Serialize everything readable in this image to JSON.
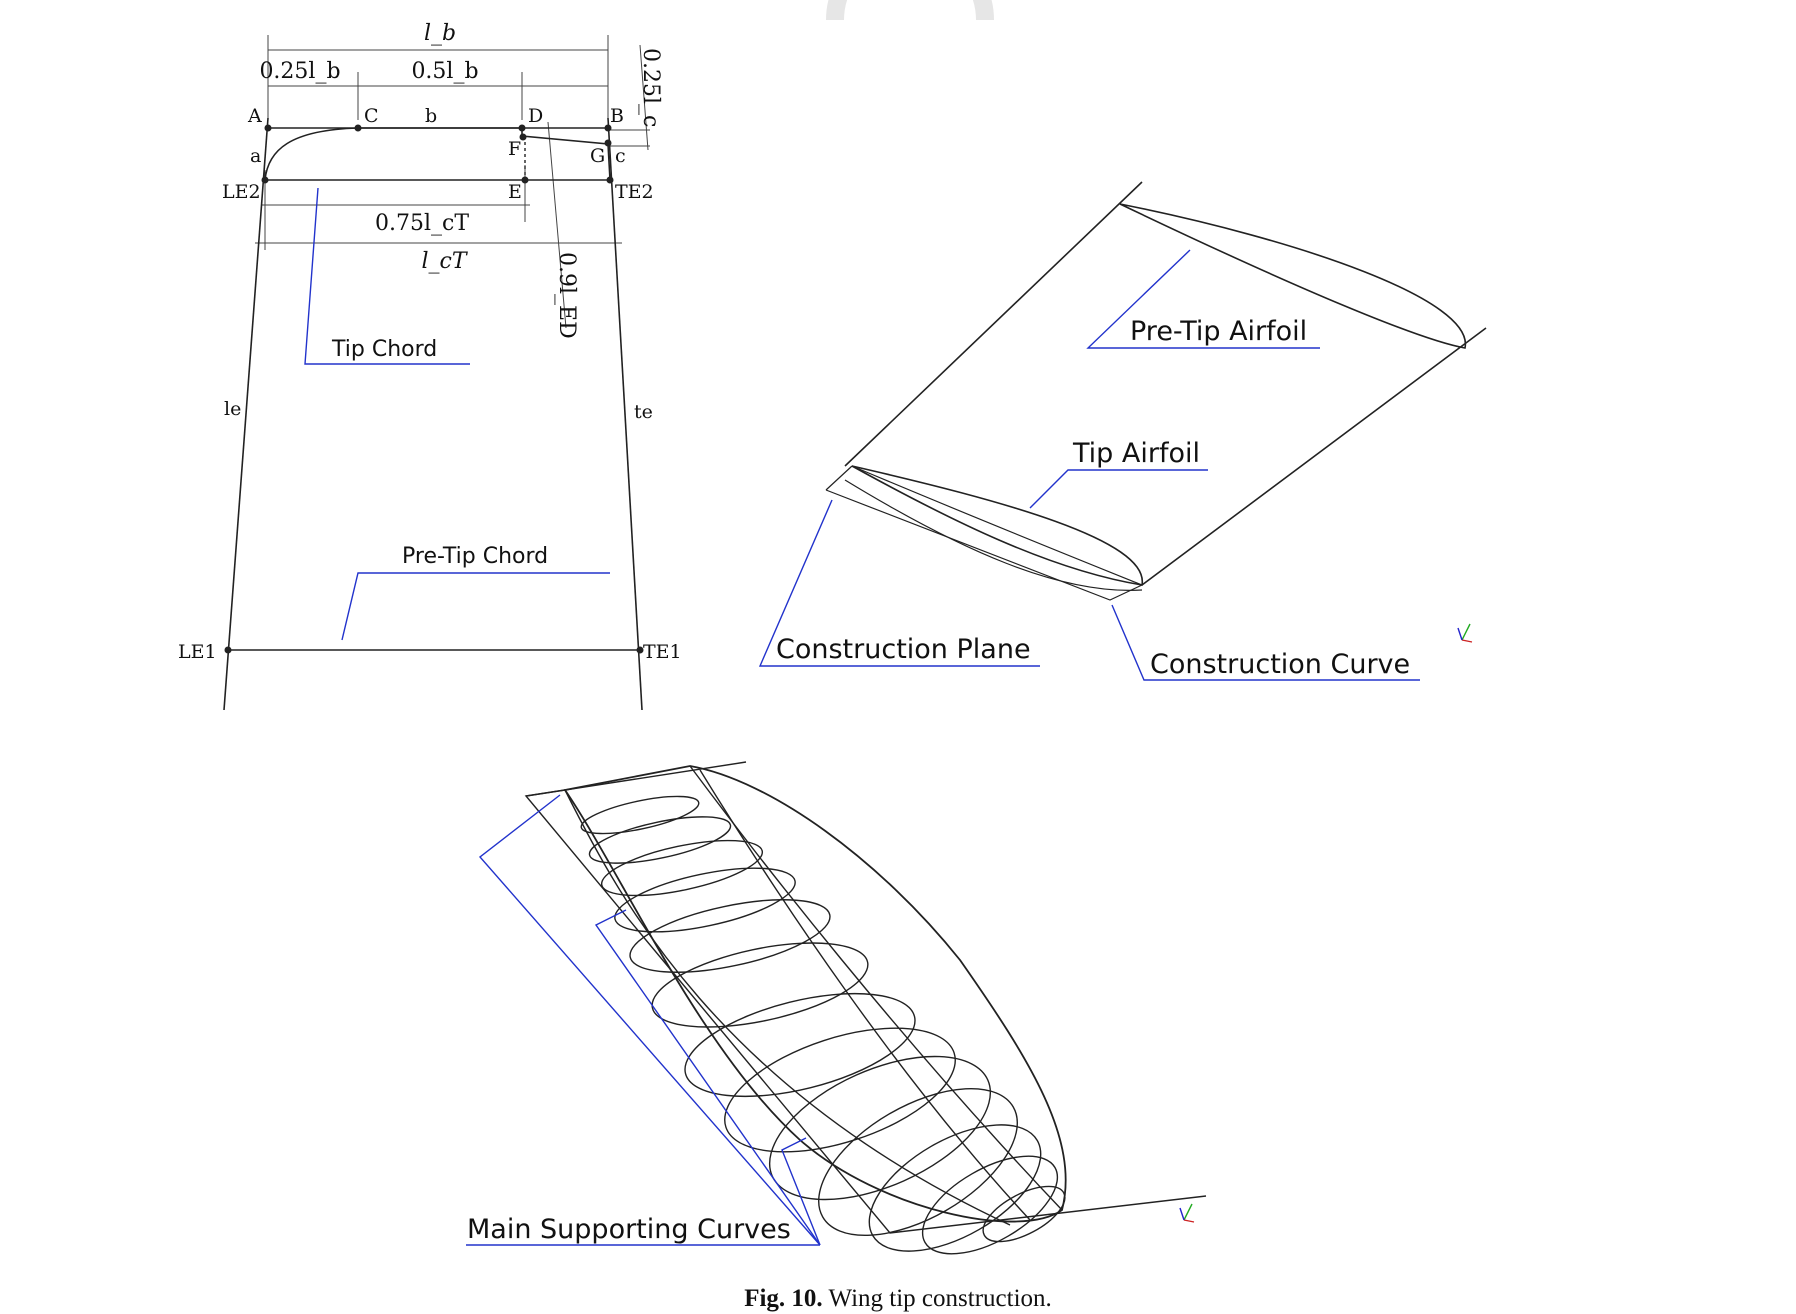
{
  "caption": {
    "label": "Fig. 10.",
    "text": "Wing tip construction."
  },
  "top_left": {
    "dims": {
      "lb": "l_b",
      "q_lb": "0.25l_b",
      "h_lb": "0.5l_b",
      "q_lc": "0.25l_c",
      "t_lct": "0.75l_cT",
      "lct": "l_cT",
      "ned": "0.9l_ED"
    },
    "points": {
      "A": "A",
      "B": "B",
      "C": "C",
      "D": "D",
      "E": "E",
      "F": "F",
      "G": "G",
      "LE1": "LE1",
      "LE2": "LE2",
      "TE1": "TE1",
      "TE2": "TE2"
    },
    "curves": {
      "a": "a",
      "b": "b",
      "c": "c",
      "le": "le",
      "te": "te"
    },
    "callouts": {
      "tip_chord": "Tip Chord",
      "pre_tip_chord": "Pre-Tip Chord"
    }
  },
  "top_right": {
    "callouts": {
      "pre_tip_airfoil": "Pre-Tip Airfoil",
      "tip_airfoil": "Tip Airfoil",
      "construction_plane": "Construction Plane",
      "construction_curve": "Construction Curve"
    }
  },
  "bottom": {
    "callouts": {
      "main_supporting": "Main Supporting Curves"
    }
  },
  "colors": {
    "line": "#222222",
    "leader": "#2233cc",
    "text": "#111111"
  }
}
